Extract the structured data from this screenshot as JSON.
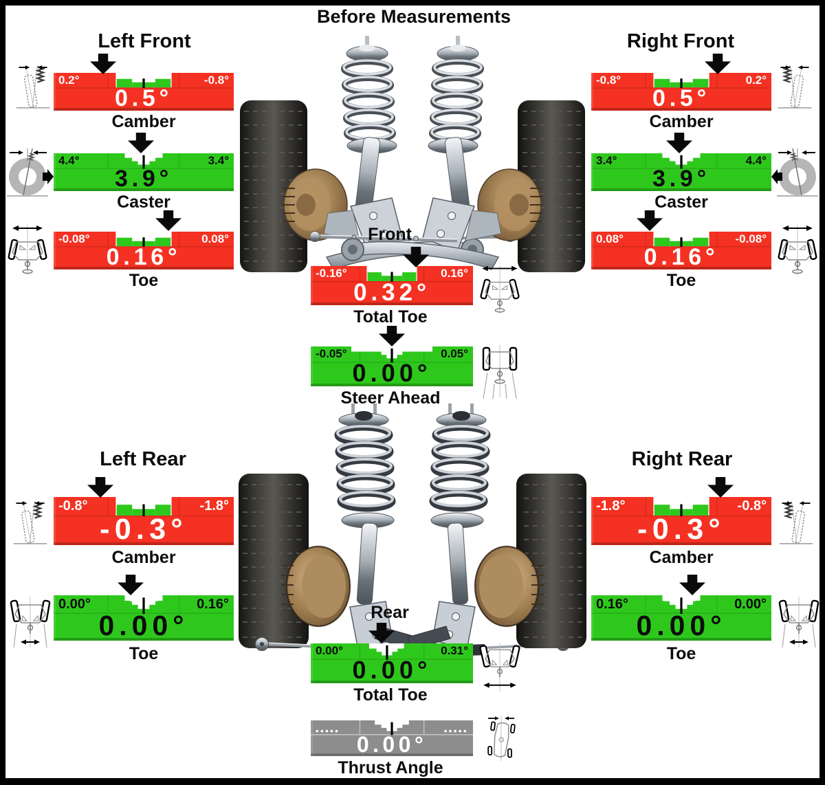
{
  "title": "Before Measurements",
  "sections": {
    "left_front": "Left Front",
    "right_front": "Right Front",
    "left_rear": "Left Rear",
    "right_rear": "Right Rear",
    "front": "Front",
    "rear": "Rear"
  },
  "colors": {
    "out_of_spec": "#f43122",
    "in_spec": "#2ec81d",
    "neutral": "#8d8d8d"
  },
  "gauges": {
    "lf_camber": {
      "label": "Camber",
      "value": "0.5°",
      "left_label": "0.2°",
      "right_label": "-0.8°",
      "status": "red"
    },
    "lf_caster": {
      "label": "Caster",
      "value": "3.9°",
      "left_label": "4.4°",
      "right_label": "3.4°",
      "status": "green"
    },
    "lf_toe": {
      "label": "Toe",
      "value": "0.16°",
      "left_label": "-0.08°",
      "right_label": "0.08°",
      "status": "red"
    },
    "rf_camber": {
      "label": "Camber",
      "value": "0.5°",
      "left_label": "-0.8°",
      "right_label": "0.2°",
      "status": "red"
    },
    "rf_caster": {
      "label": "Caster",
      "value": "3.9°",
      "left_label": "3.4°",
      "right_label": "4.4°",
      "status": "green"
    },
    "rf_toe": {
      "label": "Toe",
      "value": "0.16°",
      "left_label": "0.08°",
      "right_label": "-0.08°",
      "status": "red"
    },
    "front_total_toe": {
      "label": "Total Toe",
      "value": "0.32°",
      "left_label": "-0.16°",
      "right_label": "0.16°",
      "status": "red"
    },
    "steer_ahead": {
      "label": "Steer Ahead",
      "value": "0.00°",
      "left_label": "-0.05°",
      "right_label": "0.05°",
      "status": "green"
    },
    "lr_camber": {
      "label": "Camber",
      "value": "-0.3°",
      "left_label": "-0.8°",
      "right_label": "-1.8°",
      "status": "red"
    },
    "lr_toe": {
      "label": "Toe",
      "value": "0.00°",
      "left_label": "0.00°",
      "right_label": "0.16°",
      "status": "green"
    },
    "rr_camber": {
      "label": "Camber",
      "value": "-0.3°",
      "left_label": "-1.8°",
      "right_label": "-0.8°",
      "status": "red"
    },
    "rr_toe": {
      "label": "Toe",
      "value": "0.00°",
      "left_label": "0.16°",
      "right_label": "0.00°",
      "status": "green"
    },
    "rear_total_toe": {
      "label": "Total Toe",
      "value": "0.00°",
      "left_label": "0.00°",
      "right_label": "0.31°",
      "status": "green"
    },
    "thrust_angle": {
      "label": "Thrust Angle",
      "value": "0.00°",
      "left_label": "•••••",
      "right_label": "•••••",
      "status": "gray"
    }
  }
}
